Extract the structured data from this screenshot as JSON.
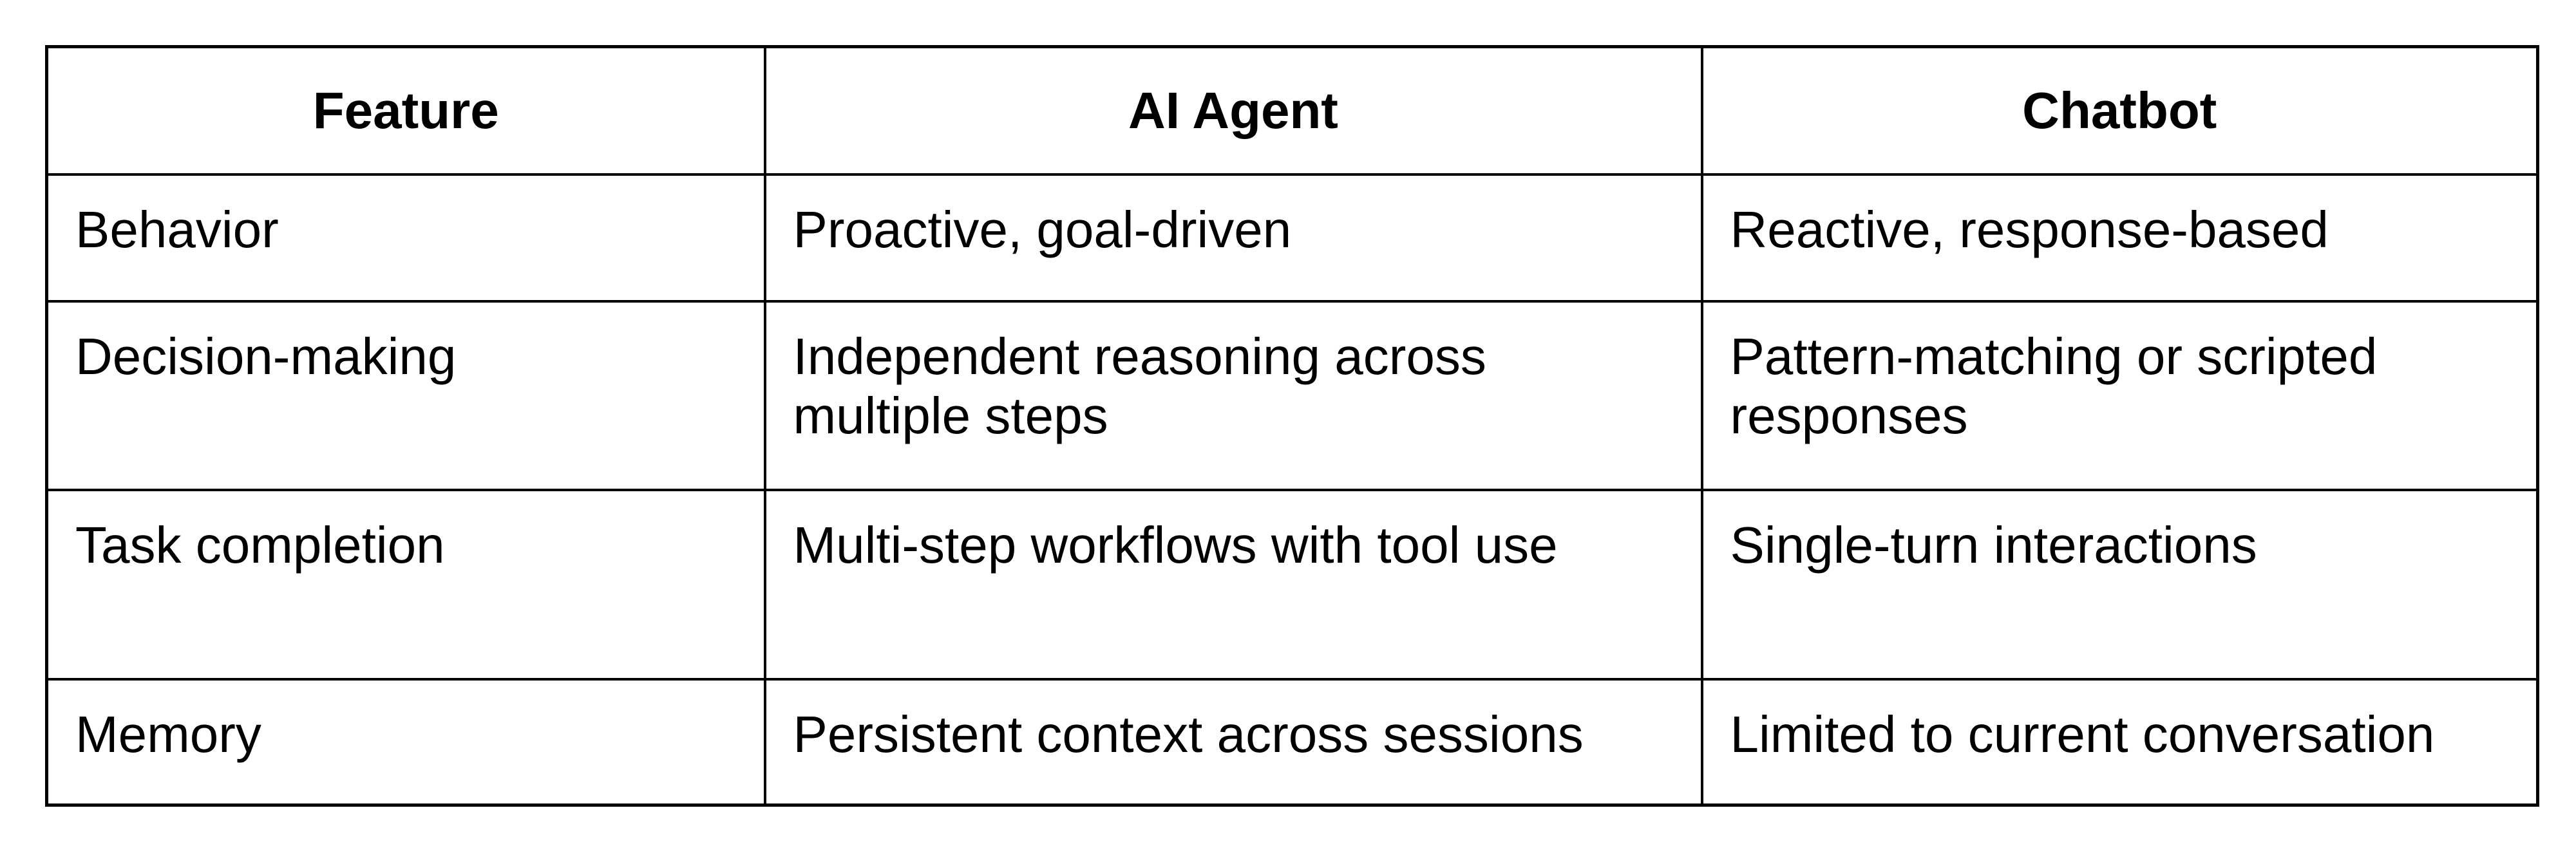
{
  "document": {
    "colors": {
      "background": "#ffffff",
      "border": "#000000",
      "text": "#000000"
    },
    "table": {
      "columns": [
        "Feature",
        "AI Agent",
        "Chatbot"
      ],
      "rows": [
        {
          "feature": "Behavior",
          "ai_agent": "Proactive, goal-driven",
          "chatbot": "Reactive, response-based"
        },
        {
          "feature": "Decision-making",
          "ai_agent": "Independent reasoning across multiple steps",
          "chatbot": "Pattern-matching or scripted responses"
        },
        {
          "feature": "Task completion",
          "ai_agent": "Multi-step workflows with tool use",
          "chatbot": "Single-turn interactions"
        },
        {
          "feature": "Memory",
          "ai_agent": "Persistent context across sessions",
          "chatbot": "Limited to current conversation"
        }
      ]
    }
  }
}
